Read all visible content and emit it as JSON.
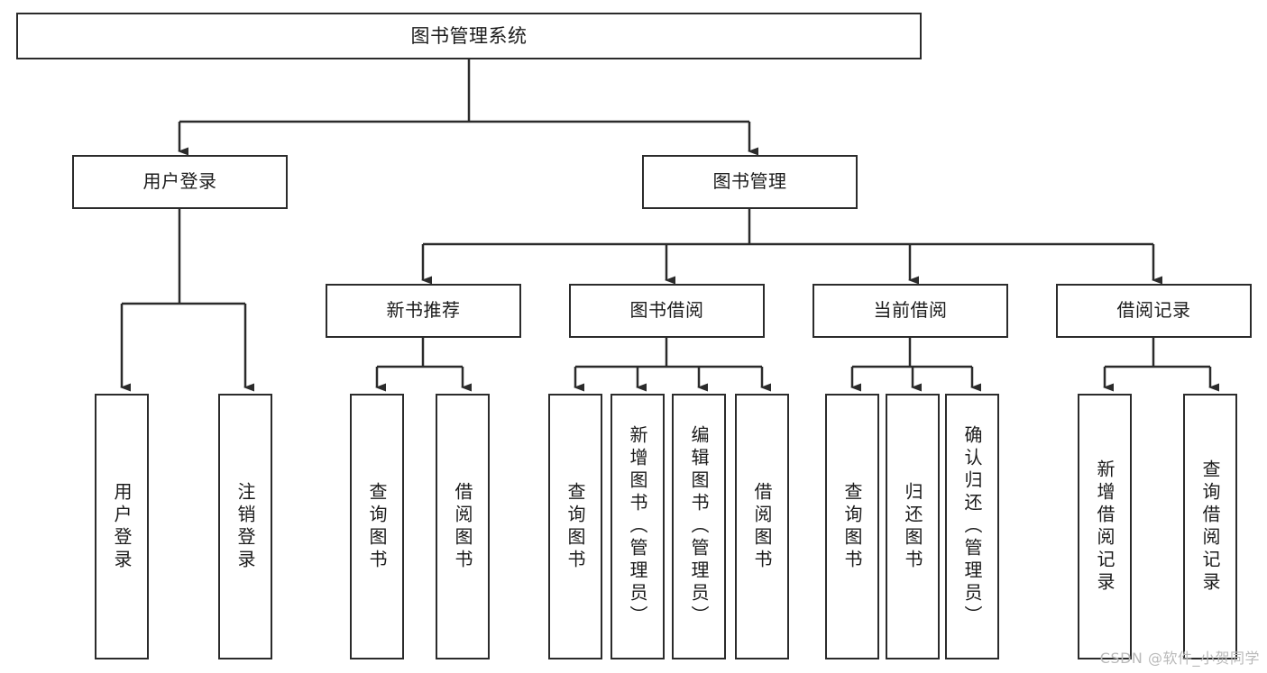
{
  "diagram": {
    "type": "tree-hierarchy-chart",
    "title": "图书管理系统",
    "watermark": "CSDN @软件_小贺同学",
    "colors": {
      "stroke": "#2b2b2b",
      "fill": "#ffffff",
      "text": "#1b1b1b",
      "watermark": "#b9b9b9"
    },
    "root": {
      "label": "图书管理系统"
    },
    "level2": [
      {
        "label": "用户登录"
      },
      {
        "label": "图书管理"
      }
    ],
    "level3": [
      {
        "label": "新书推荐"
      },
      {
        "label": "图书借阅"
      },
      {
        "label": "当前借阅"
      },
      {
        "label": "借阅记录"
      }
    ],
    "leaves": {
      "user_login": [
        {
          "label": "用户登录"
        },
        {
          "label": "注销登录"
        }
      ],
      "new_book_recommend": [
        {
          "label": "查询图书"
        },
        {
          "label": "借阅图书"
        }
      ],
      "book_borrow": [
        {
          "label": "查询图书"
        },
        {
          "label": "新增图书（管理员）"
        },
        {
          "label": "编辑图书（管理员）"
        },
        {
          "label": "借阅图书"
        }
      ],
      "current_borrow": [
        {
          "label": "查询图书"
        },
        {
          "label": "归还图书"
        },
        {
          "label": "确认归还（管理员）"
        }
      ],
      "borrow_record": [
        {
          "label": "新增借阅记录"
        },
        {
          "label": "查询借阅记录"
        }
      ]
    }
  }
}
